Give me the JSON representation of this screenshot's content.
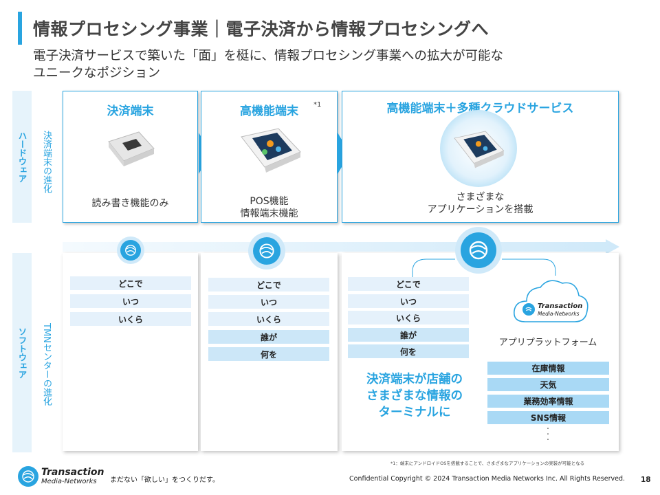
{
  "header": {
    "title": "情報プロセシング事業｜電子決済から情報プロセシングへ",
    "subtitle_line1": "電子決済サービスで築いた「面」を梃に、情報プロセシング事業への拡大が可能な",
    "subtitle_line2": "ユニークなポジション"
  },
  "hardware": {
    "label": "ハードウェア",
    "sublabel": "決済端末の進化",
    "cards": [
      {
        "title": "決済端末",
        "desc1": "読み書き機能のみ",
        "desc2": ""
      },
      {
        "title": "高機能端末",
        "note": "*1",
        "desc1": "POS機能",
        "desc2": "情報端末機能"
      },
      {
        "title": "高機能端末＋多種クラウドサービス",
        "desc1": "さまざまな",
        "desc2": "アプリケーションを搭載"
      }
    ]
  },
  "software": {
    "label": "ソフトウェア",
    "sublabel": "TMNセンターの進化",
    "col1": [
      "どこで",
      "いつ",
      "いくら"
    ],
    "col2": [
      "どこで",
      "いつ",
      "いくら",
      "誰が",
      "何を"
    ],
    "col3": [
      "どこで",
      "いつ",
      "いくら",
      "誰が",
      "何を"
    ],
    "highlight_line1": "決済端末が店舗の",
    "highlight_line2": "さまざまな情報の",
    "highlight_line3": "ターミナルに",
    "cloud_logo_line1": "Transaction",
    "cloud_logo_line2": "Media-Networks",
    "platform_label": "アプリプラットフォーム",
    "services": [
      "在庫情報",
      "天気",
      "業務効率情報",
      "SNS情報"
    ],
    "ellipsis": "・\n・\n・"
  },
  "footer": {
    "footnote": "*1：端末にアンドロイドOSを搭載することで、さまざまなアプリケーションの実装が可能となる",
    "logo_line1": "Transaction",
    "logo_line2": "Media-Networks",
    "tagline": "まだない「欲しい」をつくりだす。",
    "copyright": "Confidential  Copyright © 2024 Transaction Media Networks Inc. All Rights Reserved.",
    "page_number": "18"
  },
  "colors": {
    "accent": "#29a4e0",
    "band": "#e6f3fb",
    "pill_light": "#e5f1fb",
    "pill_mid": "#cce7f8",
    "service": "#a9d9f5"
  }
}
